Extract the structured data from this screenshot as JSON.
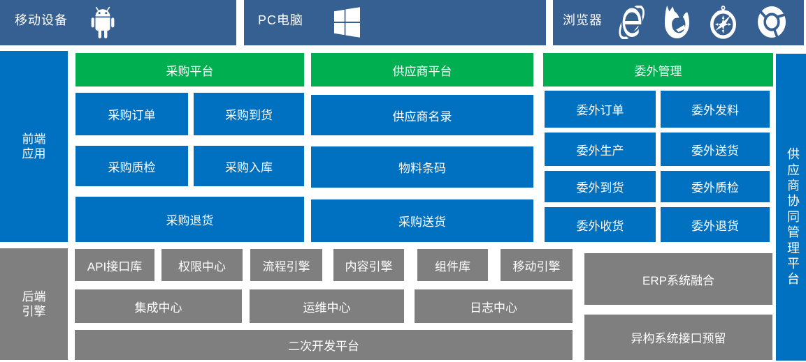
{
  "colors": {
    "top_bar": "#366092",
    "blue": "#0070C0",
    "green": "#00B050",
    "gray": "#7F7F7F",
    "text": "#FFFFFF"
  },
  "top_bar": {
    "mobile": {
      "label": "移动设备",
      "icon": "android-icon"
    },
    "pc": {
      "label": "PC电脑",
      "icon": "windows-icon"
    },
    "browser": {
      "label": "浏览器",
      "icons": [
        "ie-icon",
        "firefox-icon",
        "safari-icon",
        "chrome-icon"
      ]
    }
  },
  "frontend": {
    "sidebar": {
      "lines": [
        "前端",
        "应用"
      ]
    },
    "procurement": {
      "header": "采购平台",
      "items": [
        "采购订单",
        "采购到货",
        "采购质检",
        "采购入库",
        "采购退货"
      ]
    },
    "supplier": {
      "header": "供应商平台",
      "items": [
        "供应商名录",
        "物料条码",
        "采购送货"
      ]
    },
    "outsourcing": {
      "header": "委外管理",
      "items": [
        "委外订单",
        "委外发料",
        "委外生产",
        "委外送货",
        "委外到货",
        "委外质检",
        "委外收货",
        "委外退货"
      ]
    }
  },
  "backend": {
    "sidebar": {
      "lines": [
        "后端",
        "引擎"
      ]
    },
    "engine_row": [
      "API接口库",
      "权限中心",
      "流程引擎",
      "内容引擎",
      "组件库",
      "移动引擎"
    ],
    "center_row": [
      "集成中心",
      "运维中心",
      "日志中心"
    ],
    "dev_platform": "二次开发平台",
    "integration": [
      "ERP系统融合",
      "异构系统接口预留"
    ]
  },
  "right_bar": {
    "label": "供应商协同管理平台"
  }
}
